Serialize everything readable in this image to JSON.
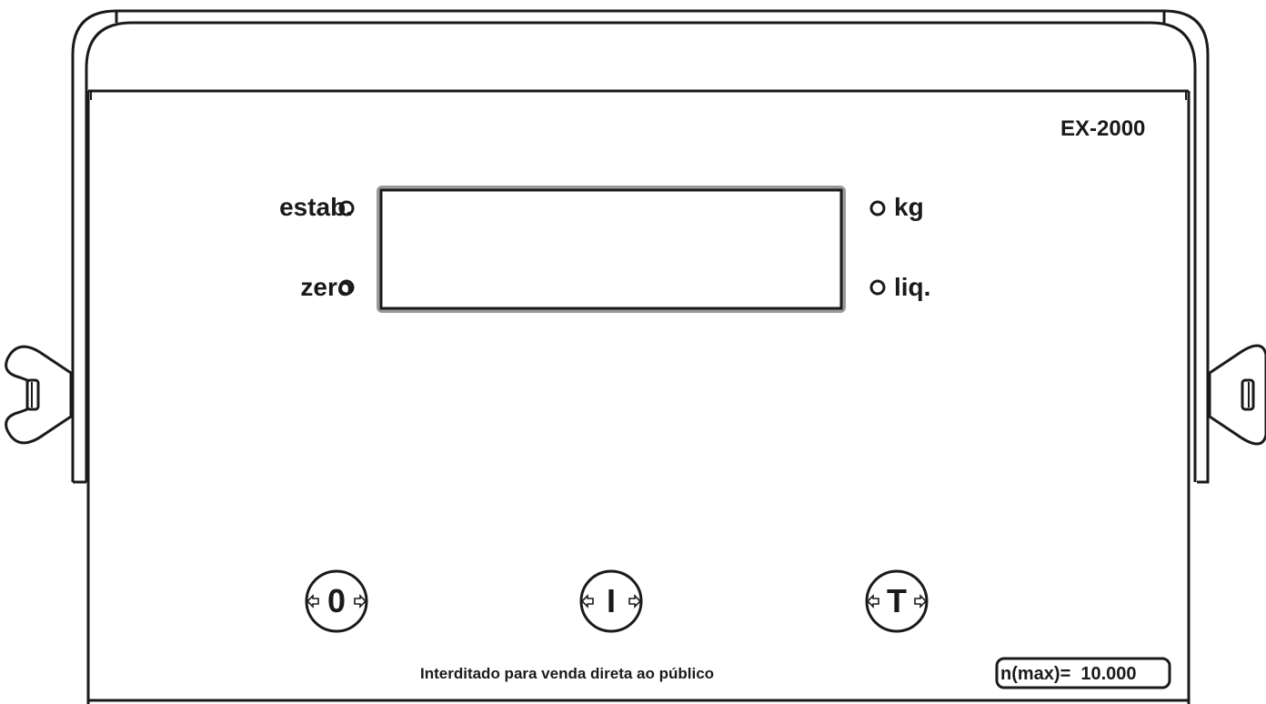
{
  "device": {
    "model": "EX-2000",
    "indicators_left": [
      {
        "label": "estab."
      },
      {
        "label": "zero"
      }
    ],
    "indicators_right": [
      {
        "label": "kg"
      },
      {
        "label": "liq."
      }
    ],
    "display": {
      "value": ""
    },
    "buttons": [
      {
        "symbol": "0",
        "icon": "zero-key-icon"
      },
      {
        "symbol": "I",
        "icon": "print-key-icon"
      },
      {
        "symbol": "T",
        "icon": "tare-key-icon"
      }
    ],
    "notice": "Interditado para venda direta ao público",
    "capacity": "n(max)=  10.000"
  },
  "colors": {
    "outline": "#1a1a1a",
    "display_frame": "#9a9a9a",
    "background": "#ffffff"
  }
}
